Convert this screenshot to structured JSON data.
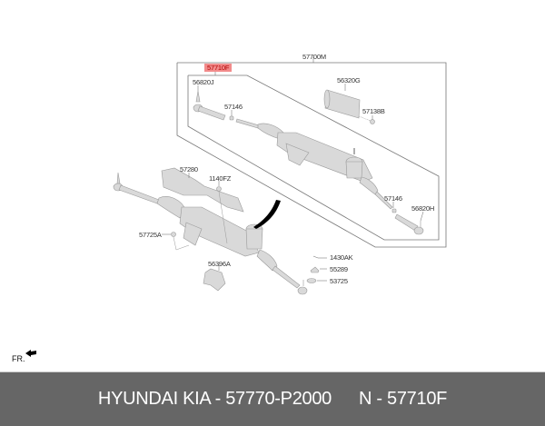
{
  "diagram": {
    "assembly_label": "57700M",
    "highlighted_label": "57710F",
    "highlight_color": "#f28b8b",
    "callouts": {
      "tie_rod_end_left_upper": "56820J",
      "boot_clamp_upper_left": "57146",
      "motor": "56320G",
      "motor_bolt": "57138B",
      "boot_clamp_upper_right": "57146",
      "tie_rod_end_right_upper": "56820H",
      "heat_shield": "57280",
      "shield_bolt": "1140FZ",
      "mount_bolt": "57725A",
      "sensor": "56396A",
      "nut_1430": "1430AK",
      "nut_55289": "55289",
      "washer_53725": "53725"
    },
    "orientation_label": "FR."
  },
  "footer": {
    "brand_part": "HYUNDAI KIA - 57770-P2000",
    "oem_part": "N - 57710F",
    "background": "#666666"
  }
}
